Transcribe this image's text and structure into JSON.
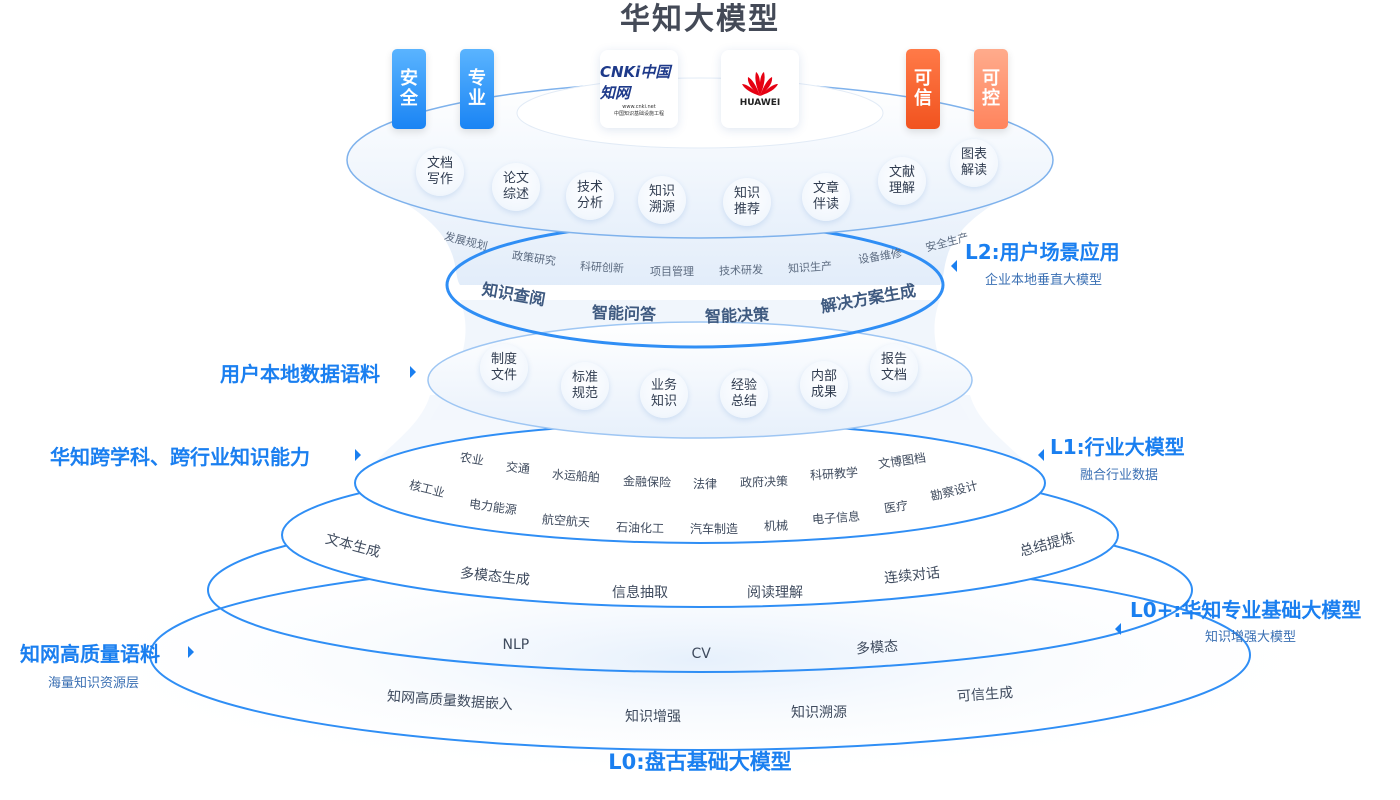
{
  "title": "华知大模型",
  "badges": {
    "security": "安全",
    "professional": "专业",
    "trustworthy": "可信",
    "controllable": "可控"
  },
  "logos": {
    "cnki": {
      "word": "CNKi中国知网",
      "domain": "www.cnki.net",
      "subtitle": "中国知识基础设施工程"
    },
    "huawei": {
      "word": "HUAWEI"
    }
  },
  "top_tools": [
    "文档写作",
    "论文综述",
    "技术分析",
    "知识溯源",
    "知识推荐",
    "文章伴读",
    "文献理解",
    "图表解读"
  ],
  "scenarios": [
    "发展规划",
    "政策研究",
    "科研创新",
    "项目管理",
    "技术研发",
    "知识生产",
    "设备维修",
    "安全生产"
  ],
  "big_scenarios": [
    "知识查阅",
    "智能问答",
    "智能决策",
    "解决方案生成"
  ],
  "local_data": [
    "制度文件",
    "标准规范",
    "业务知识",
    "经验总结",
    "内部成果",
    "报告文档"
  ],
  "industries_row1": [
    "农业",
    "交通",
    "水运船舶",
    "金融保险",
    "法律",
    "政府决策",
    "科研教学",
    "文博图档"
  ],
  "industries_row2": [
    "核工业",
    "电力能源",
    "航空航天",
    "石油化工",
    "汽车制造",
    "机械",
    "电子信息",
    "医疗",
    "勘察设计"
  ],
  "capabilities": [
    "文本生成",
    "多模态生成",
    "信息抽取",
    "阅读理解",
    "连续对话",
    "总结提炼"
  ],
  "modalities": [
    "NLP",
    "CV",
    "多模态"
  ],
  "foundation_items": [
    "知网高质量数据嵌入",
    "知识增强",
    "知识溯源",
    "可信生成"
  ],
  "labels": {
    "l2_title": "L2:用户场景应用",
    "l2_sub": "企业本地垂直大模型",
    "local_data_title": "用户本地数据语料",
    "cross_title": "华知跨学科、跨行业知识能力",
    "l1_title": "L1:行业大模型",
    "l1_sub": "融合行业数据",
    "l0plus_title": "L0+:华知专业基础大模型",
    "l0plus_sub": "知识增强大模型",
    "corpus_title": "知网高质量语料",
    "corpus_sub": "海量知识资源层",
    "l0_title": "L0:盘古基础大模型"
  },
  "colors": {
    "accent": "#1a7ff0",
    "ring_stroke": "#2f8ef5",
    "badge_blue": "#1a84f4",
    "badge_orange": "#f1531f",
    "badge_orange_light": "#ff845d",
    "huawei_red": "#e60012"
  }
}
